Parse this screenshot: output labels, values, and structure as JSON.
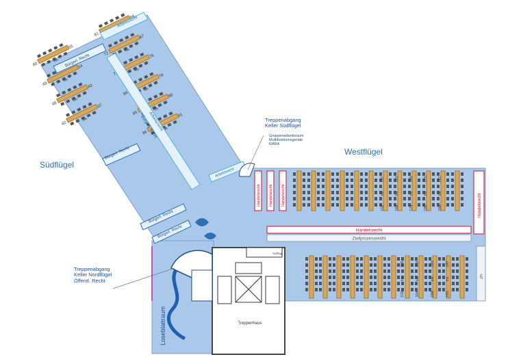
{
  "wings": {
    "sued": "Südflügel",
    "west": "Westflügel"
  },
  "stairs": {
    "sued": [
      "Treppenabgang",
      "Keller Südflügel"
    ],
    "nord": [
      "Treppenabgang",
      "Keller Nordflügel",
      "Öffentl. Recht"
    ]
  },
  "info_south": [
    "Gruppenarbeitsraum",
    "Multifunktionsgeräte",
    "RARA"
  ],
  "sections": {
    "arbeitsrecht": "Arbeitsrecht",
    "buergerl": "Bürgerl. Recht",
    "handelsrecht": "Handelsrecht",
    "zivilprozess": "Zivilprozessrecht",
    "loseblatt": "Loseblattraum",
    "treppenhaus": "Treppenhaus",
    "aufzug": "Aufzug",
    "zpo": "ZPr",
    "bis": "bis"
  },
  "south_tables": [
    {
      "a": "66",
      "b": "61"
    },
    {
      "a": "67",
      "b": "72"
    },
    {
      "a": "78",
      "b": "73"
    },
    {
      "a": "79",
      "b": "84"
    },
    {
      "a": "90",
      "b": "85"
    },
    {
      "a": "91",
      "b": "96"
    },
    {
      "a": "55",
      "b": "60"
    },
    {
      "a": "54",
      "b": "49"
    },
    {
      "a": "43",
      "b": "48"
    },
    {
      "a": "37",
      "b": "42"
    }
  ],
  "west_top": [
    {
      "a": "157",
      "b": "152"
    },
    {
      "a": "163",
      "b": "168"
    },
    {
      "a": "169",
      "b": "174"
    },
    {
      "a": "175",
      "b": "180"
    },
    {
      "a": "181",
      "b": "186"
    }
  ],
  "west_bottom": [
    {
      "a": "205",
      "b": "210"
    },
    {
      "a": "199",
      "b": "204"
    },
    {
      "a": "193",
      "b": "198"
    },
    {
      "a": "187",
      "b": "192"
    }
  ],
  "colors": {
    "floor": "#a9c8ea",
    "table": "#d9a65a",
    "red": "#c8102e",
    "cyan": "#4fb3d9"
  }
}
